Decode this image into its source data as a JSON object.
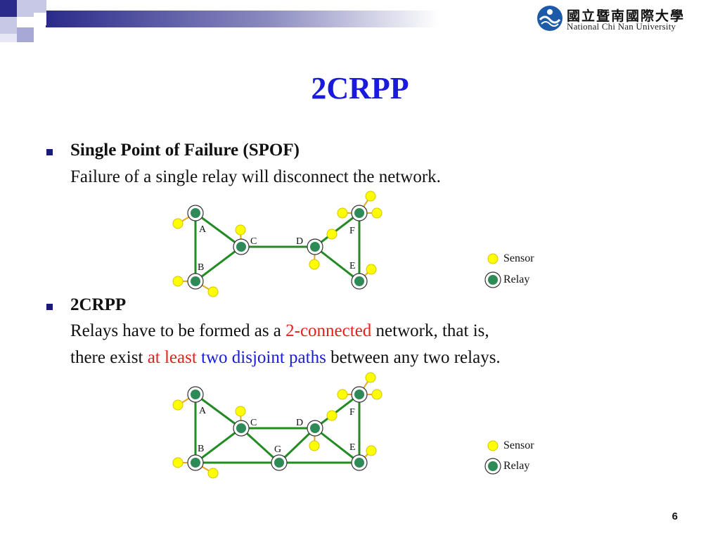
{
  "header": {
    "logo_chinese": "國立暨南國際大學",
    "logo_english": "National Chi Nan University"
  },
  "slide": {
    "title": "2CRPP",
    "page_number": "6",
    "bullets": [
      {
        "heading": "Single Point of Failure (SPOF)",
        "lines": [
          [
            {
              "text": "Failure of a single relay will disconnect the network.",
              "style": "normal"
            }
          ]
        ]
      },
      {
        "heading": "2CRPP",
        "lines": [
          [
            {
              "text": "Relays have to be formed as a ",
              "style": "normal"
            },
            {
              "text": "2-connected",
              "style": "red"
            },
            {
              "text": " network, that is,",
              "style": "normal"
            }
          ],
          [
            {
              "text": "there exist ",
              "style": "normal"
            },
            {
              "text": "at least",
              "style": "red"
            },
            {
              "text": " two disjoint paths",
              "style": "blue"
            },
            {
              "text": " between any two relays.",
              "style": "normal"
            }
          ]
        ]
      }
    ]
  },
  "diagrams": [
    {
      "relay_labels": [
        "A",
        "B",
        "C",
        "D",
        "E",
        "F"
      ],
      "legend": {
        "sensor": "Sensor",
        "relay": "Relay"
      }
    },
    {
      "relay_labels": [
        "A",
        "B",
        "C",
        "D",
        "E",
        "F",
        "G"
      ],
      "legend": {
        "sensor": "Sensor",
        "relay": "Relay"
      }
    }
  ],
  "colors": {
    "title": "#1a1adc",
    "relay": "#2e8b57",
    "sensor": "#ffff00",
    "link": "#228b22",
    "sensor_link": "#e6a817",
    "emphasis_red": "#e8201c",
    "emphasis_blue": "#1a1adc",
    "bullet": "#1a1a7a"
  }
}
